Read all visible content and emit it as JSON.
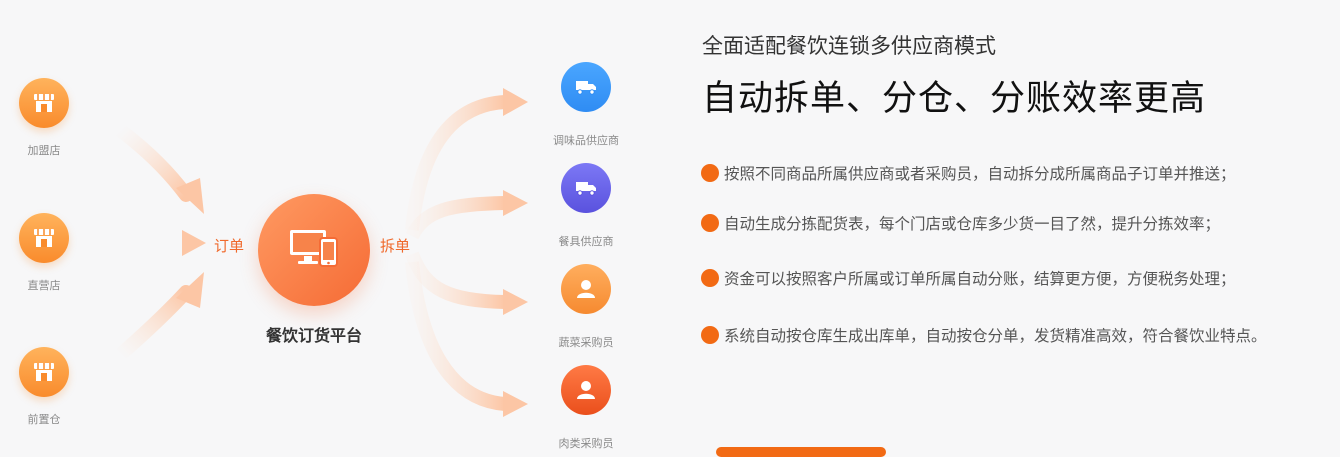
{
  "diagram": {
    "stores": [
      {
        "label": "加盟店",
        "icon": "storefront-icon"
      },
      {
        "label": "直营店",
        "icon": "storefront-icon"
      },
      {
        "label": "前置仓",
        "icon": "storefront-icon"
      }
    ],
    "order_label": "订单",
    "split_label": "拆单",
    "hub": {
      "label": "餐饮订货平台",
      "icon": "desktop-mobile-icon"
    },
    "suppliers": [
      {
        "label": "调味品供应商",
        "icon": "truck-icon",
        "color": "#2f8cf3"
      },
      {
        "label": "餐具供应商",
        "icon": "truck-icon",
        "color": "#6560e8"
      },
      {
        "label": "蔬菜采购员",
        "icon": "person-icon",
        "color": "#f8923a"
      },
      {
        "label": "肉类采购员",
        "icon": "person-icon",
        "color": "#f05a26"
      }
    ]
  },
  "content": {
    "subtitle": "全面适配餐饮连锁多供应商模式",
    "headline": "自动拆单、分仓、分账效率更高",
    "features": [
      "按照不同商品所属供应商或者采购员，自动拆分成所属商品子订单并推送；",
      "自动生成分拣配货表，每个门店或仓库多少货一目了然，提升分拣效率；",
      "资金可以按照客户所属或订单所属自动分账，结算更方便，方便税务处理；",
      "系统自动按仓库生成出库单，自动按仓分单，发货精准高效，符合餐饮业特点。"
    ]
  },
  "colors": {
    "accent": "#f26a14",
    "hub": "#f56b35"
  }
}
